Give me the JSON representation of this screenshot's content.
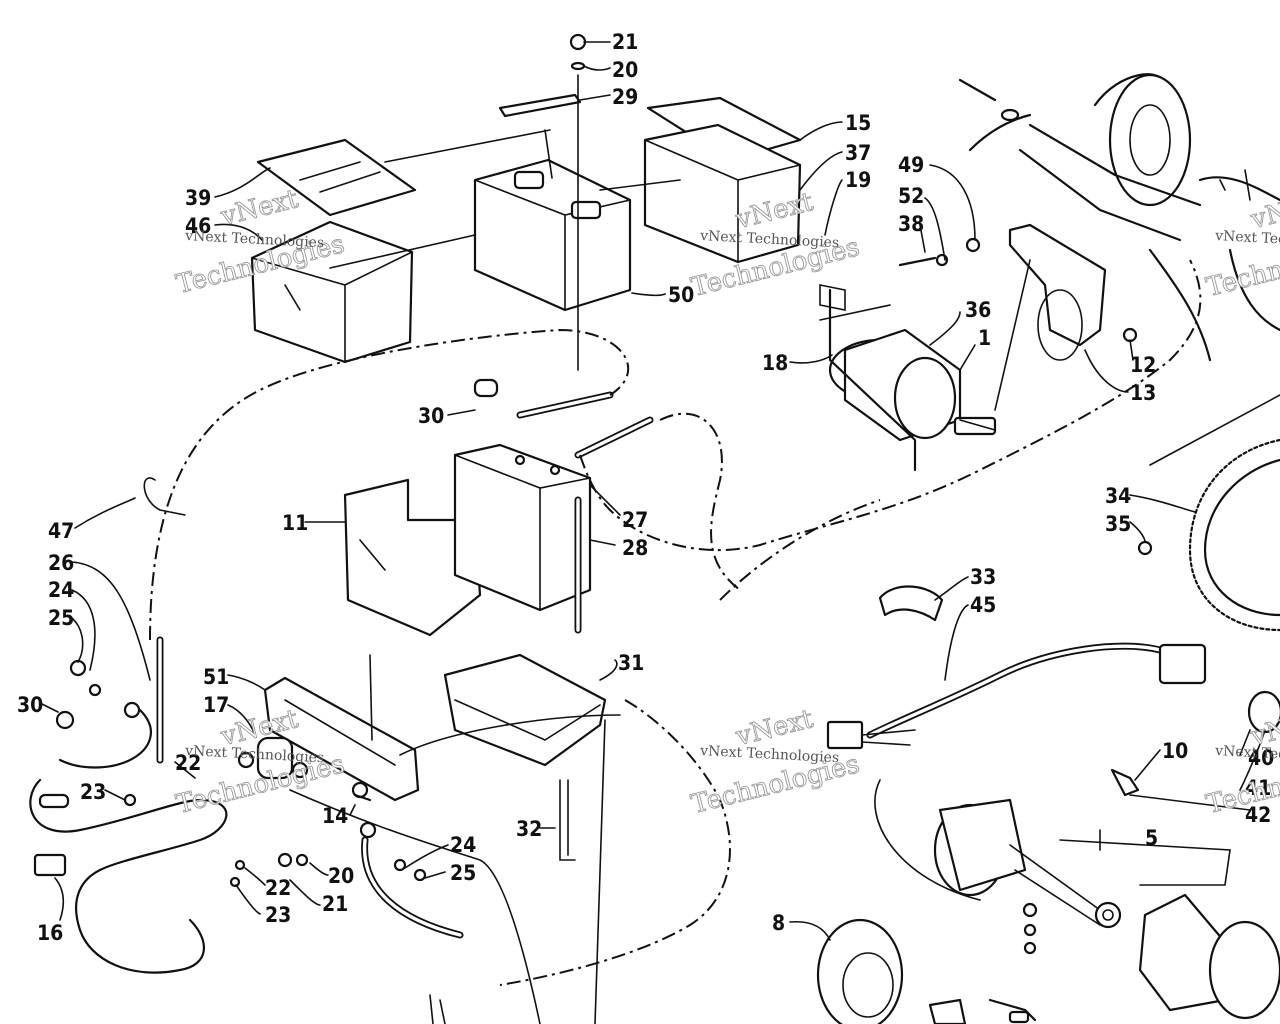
{
  "watermark": {
    "brand": "vNext",
    "company": "vNext Technologies",
    "line2": "Technologies"
  },
  "callouts": [
    {
      "id": "c21a",
      "label": "21"
    },
    {
      "id": "c20a",
      "label": "20"
    },
    {
      "id": "c29",
      "label": "29"
    },
    {
      "id": "c15",
      "label": "15"
    },
    {
      "id": "c37",
      "label": "37"
    },
    {
      "id": "c19",
      "label": "19"
    },
    {
      "id": "c49",
      "label": "49"
    },
    {
      "id": "c52",
      "label": "52"
    },
    {
      "id": "c38",
      "label": "38"
    },
    {
      "id": "c39",
      "label": "39"
    },
    {
      "id": "c46",
      "label": "46"
    },
    {
      "id": "c50",
      "label": "50"
    },
    {
      "id": "c36",
      "label": "36"
    },
    {
      "id": "c1",
      "label": "1"
    },
    {
      "id": "c18",
      "label": "18"
    },
    {
      "id": "c12",
      "label": "12"
    },
    {
      "id": "c13",
      "label": "13"
    },
    {
      "id": "c30a",
      "label": "30"
    },
    {
      "id": "c11",
      "label": "11"
    },
    {
      "id": "c27",
      "label": "27"
    },
    {
      "id": "c28",
      "label": "28"
    },
    {
      "id": "c34",
      "label": "34"
    },
    {
      "id": "c35",
      "label": "35"
    },
    {
      "id": "c47",
      "label": "47"
    },
    {
      "id": "c26",
      "label": "26"
    },
    {
      "id": "c24a",
      "label": "24"
    },
    {
      "id": "c25a",
      "label": "25"
    },
    {
      "id": "c33",
      "label": "33"
    },
    {
      "id": "c45",
      "label": "45"
    },
    {
      "id": "c51",
      "label": "51"
    },
    {
      "id": "c31",
      "label": "31"
    },
    {
      "id": "c17",
      "label": "17"
    },
    {
      "id": "c30b",
      "label": "30"
    },
    {
      "id": "c22a",
      "label": "22"
    },
    {
      "id": "c23a",
      "label": "23"
    },
    {
      "id": "c14",
      "label": "14"
    },
    {
      "id": "c10",
      "label": "10"
    },
    {
      "id": "c40",
      "label": "40"
    },
    {
      "id": "c41",
      "label": "41"
    },
    {
      "id": "c42",
      "label": "42"
    },
    {
      "id": "c32",
      "label": "32"
    },
    {
      "id": "c24b",
      "label": "24"
    },
    {
      "id": "c25b",
      "label": "25"
    },
    {
      "id": "c5",
      "label": "5"
    },
    {
      "id": "c20b",
      "label": "20"
    },
    {
      "id": "c21b",
      "label": "21"
    },
    {
      "id": "c22b",
      "label": "22"
    },
    {
      "id": "c23b",
      "label": "23"
    },
    {
      "id": "c16",
      "label": "16"
    },
    {
      "id": "c8",
      "label": "8"
    }
  ]
}
